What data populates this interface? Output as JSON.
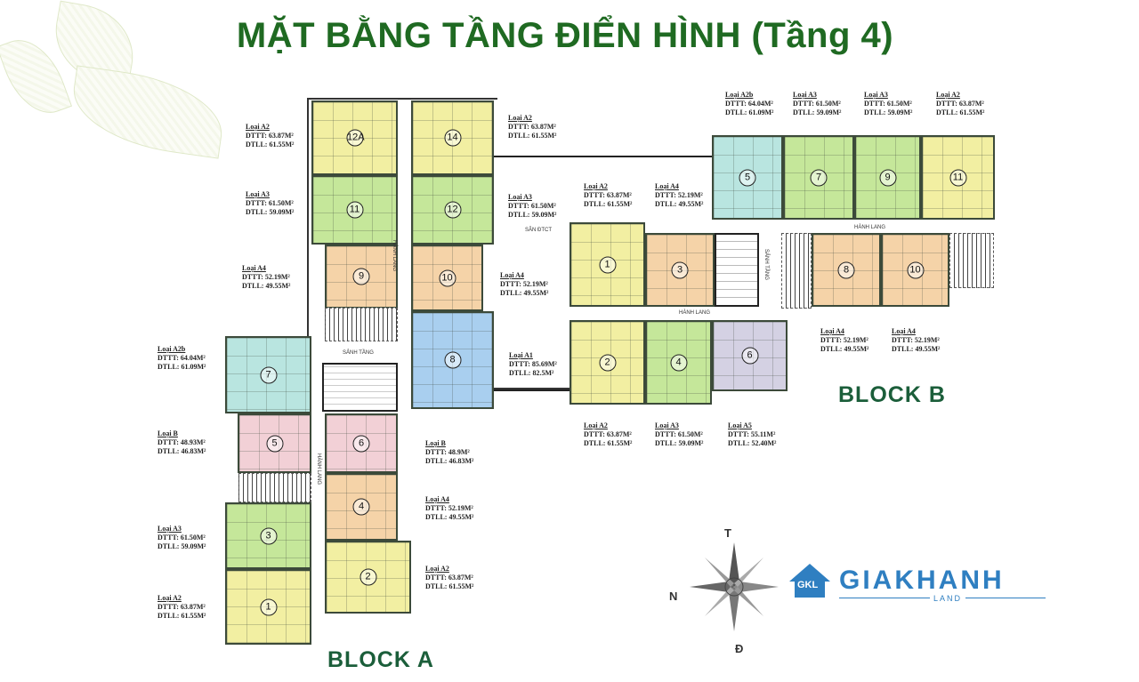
{
  "title": "MẶT BẰNG TẦNG ĐIỂN HÌNH (Tầng 4)",
  "blocks": {
    "a": "BLOCK A",
    "b": "BLOCK B"
  },
  "corridor_label": "HÀNH LANG",
  "lobby_label": "SẢNH TẦNG",
  "yard_label": "SÂN ĐTCT",
  "compass": {
    "north": "T",
    "west": "N",
    "south": "Đ"
  },
  "logo": {
    "mark": "GKL",
    "name": "GIAKHANH",
    "sub": "LAND",
    "color": "#2f7fc1"
  },
  "colors": {
    "A1": "#a9cfef",
    "A2": "#f2efa2",
    "A2b": "#b9e5e0",
    "A3": "#c5e79a",
    "A4": "#f5d3a8",
    "A5": "#d4d1e3",
    "B": "#f2d0d6"
  },
  "units": [
    {
      "block": "A",
      "no": "12A",
      "type": "A2"
    },
    {
      "block": "A",
      "no": "14",
      "type": "A2"
    },
    {
      "block": "A",
      "no": "11",
      "type": "A3"
    },
    {
      "block": "A",
      "no": "12",
      "type": "A3"
    },
    {
      "block": "A",
      "no": "9",
      "type": "A4"
    },
    {
      "block": "A",
      "no": "10",
      "type": "A4"
    },
    {
      "block": "A",
      "no": "8",
      "type": "A1"
    },
    {
      "block": "A",
      "no": "7",
      "type": "A2b"
    },
    {
      "block": "A",
      "no": "5",
      "type": "B"
    },
    {
      "block": "A",
      "no": "6",
      "type": "B"
    },
    {
      "block": "A",
      "no": "3",
      "type": "A3"
    },
    {
      "block": "A",
      "no": "4",
      "type": "A4"
    },
    {
      "block": "A",
      "no": "1",
      "type": "A2"
    },
    {
      "block": "A",
      "no": "2",
      "type": "A2"
    },
    {
      "block": "B",
      "no": "1",
      "type": "A2"
    },
    {
      "block": "B",
      "no": "3",
      "type": "A4"
    },
    {
      "block": "B",
      "no": "2",
      "type": "A2"
    },
    {
      "block": "B",
      "no": "4",
      "type": "A3"
    },
    {
      "block": "B",
      "no": "6",
      "type": "A5"
    },
    {
      "block": "B",
      "no": "5",
      "type": "A2b"
    },
    {
      "block": "B",
      "no": "7",
      "type": "A3"
    },
    {
      "block": "B",
      "no": "9",
      "type": "A3"
    },
    {
      "block": "B",
      "no": "11",
      "type": "A2"
    },
    {
      "block": "B",
      "no": "8",
      "type": "A4"
    },
    {
      "block": "B",
      "no": "10",
      "type": "A4"
    }
  ],
  "labels": [
    {
      "type": "Loại A2",
      "dttt": "DTTT: 63.87M²",
      "dtll": "DTLL: 61.55M²"
    },
    {
      "type": "Loại A3",
      "dttt": "DTTT: 61.50M²",
      "dtll": "DTLL: 59.09M²"
    },
    {
      "type": "Loại A4",
      "dttt": "DTTT: 52.19M²",
      "dtll": "DTLL: 49.55M²"
    },
    {
      "type": "Loại A2b",
      "dttt": "DTTT: 64.04M²",
      "dtll": "DTLL: 61.09M²"
    },
    {
      "type": "Loại B",
      "dttt": "DTTT: 48.93M²",
      "dtll": "DTLL: 46.83M²"
    },
    {
      "type": "Loại A3",
      "dttt": "DTTT: 61.50M²",
      "dtll": "DTLL: 59.09M²"
    },
    {
      "type": "Loại A2",
      "dttt": "DTTT: 63.87M²",
      "dtll": "DTLL: 61.55M²"
    },
    {
      "type": "Loại A2",
      "dttt": "DTTT: 63.87M²",
      "dtll": "DTLL: 61.55M²"
    },
    {
      "type": "Loại A3",
      "dttt": "DTTT: 61.50M²",
      "dtll": "DTLL: 59.09M²"
    },
    {
      "type": "Loại A4",
      "dttt": "DTTT: 52.19M²",
      "dtll": "DTLL: 49.55M²"
    },
    {
      "type": "Loại A1",
      "dttt": "DTTT: 85.69M²",
      "dtll": "DTLL: 82.5M²"
    },
    {
      "type": "Loại B",
      "dttt": "DTTT: 48.9M²",
      "dtll": "DTLL: 46.83M²"
    },
    {
      "type": "Loại A4",
      "dttt": "DTTT: 52.19M²",
      "dtll": "DTLL: 49.55M²"
    },
    {
      "type": "Loại A2",
      "dttt": "DTTT: 63.87M²",
      "dtll": "DTLL: 61.55M²"
    },
    {
      "type": "Loại A2",
      "dttt": "DTTT: 63.87M²",
      "dtll": "DTLL: 61.55M²"
    },
    {
      "type": "Loại A4",
      "dttt": "DTTT: 52.19M²",
      "dtll": "DTLL: 49.55M²"
    },
    {
      "type": "Loại A2b",
      "dttt": "DTTT: 64.04M²",
      "dtll": "DTLL: 61.09M²"
    },
    {
      "type": "Loại A3",
      "dttt": "DTTT: 61.50M²",
      "dtll": "DTLL: 59.09M²"
    },
    {
      "type": "Loại A3",
      "dttt": "DTTT: 61.50M²",
      "dtll": "DTLL: 59.09M²"
    },
    {
      "type": "Loại A2",
      "dttt": "DTTT: 63.87M²",
      "dtll": "DTLL: 61.55M²"
    },
    {
      "type": "Loại A4",
      "dttt": "DTTT: 52.19M²",
      "dtll": "DTLL: 49.55M²"
    },
    {
      "type": "Loại A4",
      "dttt": "DTTT: 52.19M²",
      "dtll": "DTLL: 49.55M²"
    },
    {
      "type": "Loại A2",
      "dttt": "DTTT: 63.87M²",
      "dtll": "DTLL: 61.55M²"
    },
    {
      "type": "Loại A3",
      "dttt": "DTTT: 61.50M²",
      "dtll": "DTLL: 59.09M²"
    },
    {
      "type": "Loại A5",
      "dttt": "DTTT: 55.11M²",
      "dtll": "DTLL: 52.40M²"
    }
  ]
}
